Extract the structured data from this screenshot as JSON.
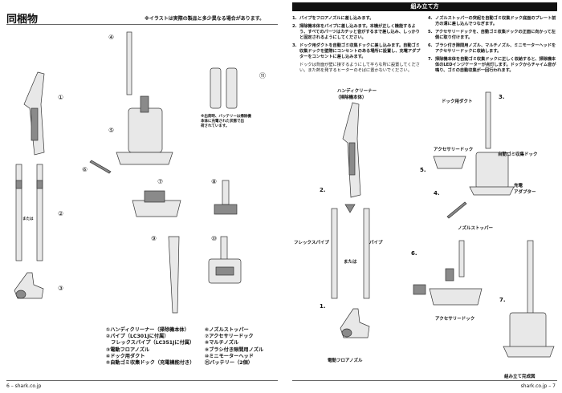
{
  "left": {
    "title": "同梱物",
    "note": "※イラストは実際の製品と多少異なる場合があります。",
    "markers": [
      "①",
      "②",
      "③",
      "④",
      "⑤",
      "⑥",
      "⑦",
      "⑧",
      "⑨",
      "⑩",
      "⑪"
    ],
    "or_label": "または",
    "battery_note": [
      "※出荷時、バッテリーは掃除機",
      "本体に充電された状態で出",
      "荷されています。"
    ],
    "legend_col1": [
      "①ハンディクリーナー（掃除機本体）",
      "②パイプ（LC301Jに付属）",
      "　フレックスパイプ（LC351Jに付属）",
      "③電動フロアノズル",
      "④ドック用ダクト",
      "⑤自動ゴミ収集ドック（充電機能付き）"
    ],
    "legend_col2": [
      "⑥ノズルストッパー",
      "⑦アクセサリードック",
      "⑧マルチノズル",
      "⑨ブラシ付き隙間用ノズル",
      "⑩ミニモーターヘッド",
      "⑪バッテリー（2個）"
    ],
    "footer": "6 – shark.co.jp"
  },
  "right": {
    "title": "組み立て方",
    "steps_col1": [
      [
        "1.",
        "パイプをフロアノズルに差し込みます。"
      ],
      [
        "2.",
        "掃除機本体をパイプに差し込みます。本機が正しく機能するよう、すべてのパーツはカチッと音がするまで差し込み、しっかりと固定されるようにしてください。"
      ],
      [
        "3.",
        "ドック用ダクトを自動ゴミ収集ドックに差し込みます。自動ゴミ収集ドックを壁際にコンセントのある場所に設置し、充電アダプターをコンセントに差し込みます。"
      ]
    ],
    "step3_note": "ドックは背面が壁に接するようにして平らな所に設置してください。また熱を発するヒーターのそばに置かないでください。",
    "steps_col2": [
      [
        "4.",
        "ノズルストッパーの突起を自動ゴミ収集ドック底面のプレート前方の溝に差し込んでつなぎます。"
      ],
      [
        "5.",
        "アクセサリードックを、自動ゴミ収集ドックの正面に向かって左側に取り付けます。"
      ],
      [
        "6.",
        "ブラシ付き隙間用ノズル、マルチノズル、ミニモーターヘッドをアクセサリードックに収納します。"
      ],
      [
        "7.",
        "掃除機本体を自動ゴミ収集ドックに正しく収納すると、掃除機本体のLEDインジケーターが点灯します。ドックからチャイム音が鳴り、ゴミの自動収集が一回行われます。"
      ]
    ],
    "labels": {
      "handy": "ハンディクリーナー",
      "handy_sub": "（掃除機本体）",
      "n2": "2.",
      "flex": "フレックスパイプ",
      "or": "または",
      "pipe": "パイプ",
      "n1": "1.",
      "floor": "電動フロアノズル",
      "duct": "ドック用ダクト",
      "n3": "3.",
      "acc": "アクセサリードック",
      "auto": "自動ゴミ収集ドック",
      "adapter1": "充電",
      "adapter2": "アダプター",
      "n5": "5.",
      "n4": "4.",
      "stopper": "ノズルストッパー",
      "n6": "6.",
      "acc2": "アクセサリードック",
      "n7": "7.",
      "complete": "組み立て完成図"
    },
    "footer": "shark.co.jp – 7"
  }
}
